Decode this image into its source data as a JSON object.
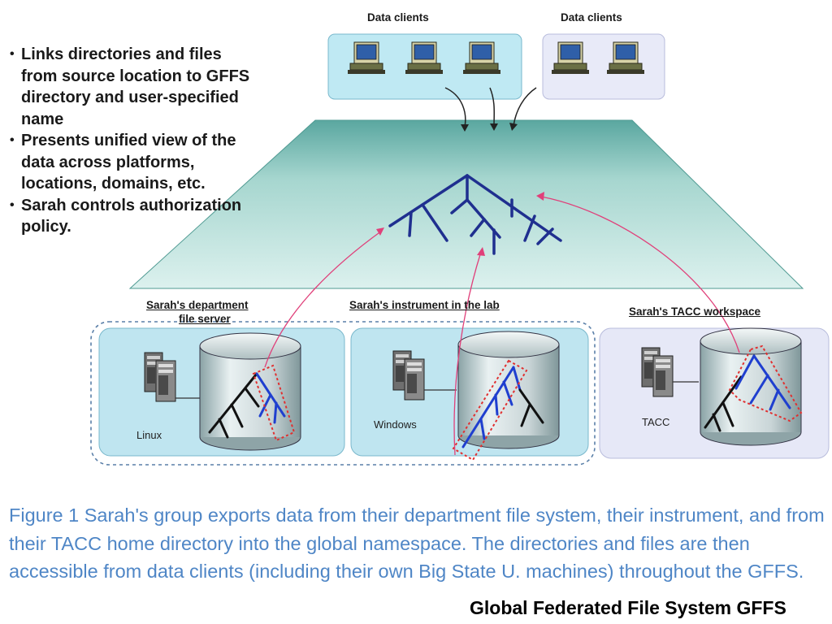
{
  "bullets": [
    "Links directories and files from source location to GFFS directory and user-specified name",
    "Presents unified view of the data across platforms, locations, domains, etc.",
    "Sarah controls authorization policy."
  ],
  "clients": {
    "left_label": "Data clients",
    "right_label": "Data clients"
  },
  "sites": {
    "department_label_line1": "Sarah's department",
    "department_label_line2": "file server",
    "instrument_label": "Sarah's instrument in the lab",
    "tacc_label": "Sarah's TACC workspace",
    "linux": "Linux",
    "windows": "Windows",
    "tacc": "TACC"
  },
  "caption": "Figure 1 Sarah's group exports data from their department file system, their instrument, and from their TACC home directory into the global namespace. The directories and files  are then accessible from  data clients (including their own Big State U. machines) throughout the GFFS.",
  "footer_title": "Global Federated File System GFFS",
  "colors": {
    "namespace_plane": "#a9d8d2",
    "client_box_left": "#bfe9f3",
    "client_box_right": "#e8eaf8",
    "site_box": "#bfe5f0",
    "tacc_box": "#e6e8f7",
    "tree_blue": "#1f2f8f",
    "arrow_pink": "#e0407a",
    "selection_red": "#e03030",
    "caption_blue": "#4f86c6"
  },
  "icons": [
    "monitor-icon",
    "server-icon",
    "database-cylinder-icon",
    "directory-tree-icon"
  ]
}
